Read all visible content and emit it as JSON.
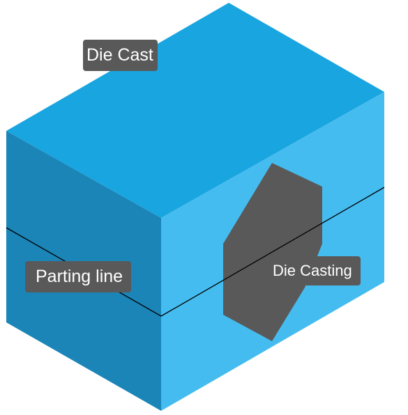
{
  "labels": {
    "die_cast": "Die Cast",
    "parting_line": "Parting line",
    "die_casting": "Die Casting"
  },
  "colors": {
    "top_face": "#19A5E0",
    "left_face": "#1B85B8",
    "right_face": "#45BCEF",
    "casting": "#595959",
    "parting_line": "#000000",
    "label_background": "#595959",
    "label_text": "#FFFFFF"
  }
}
